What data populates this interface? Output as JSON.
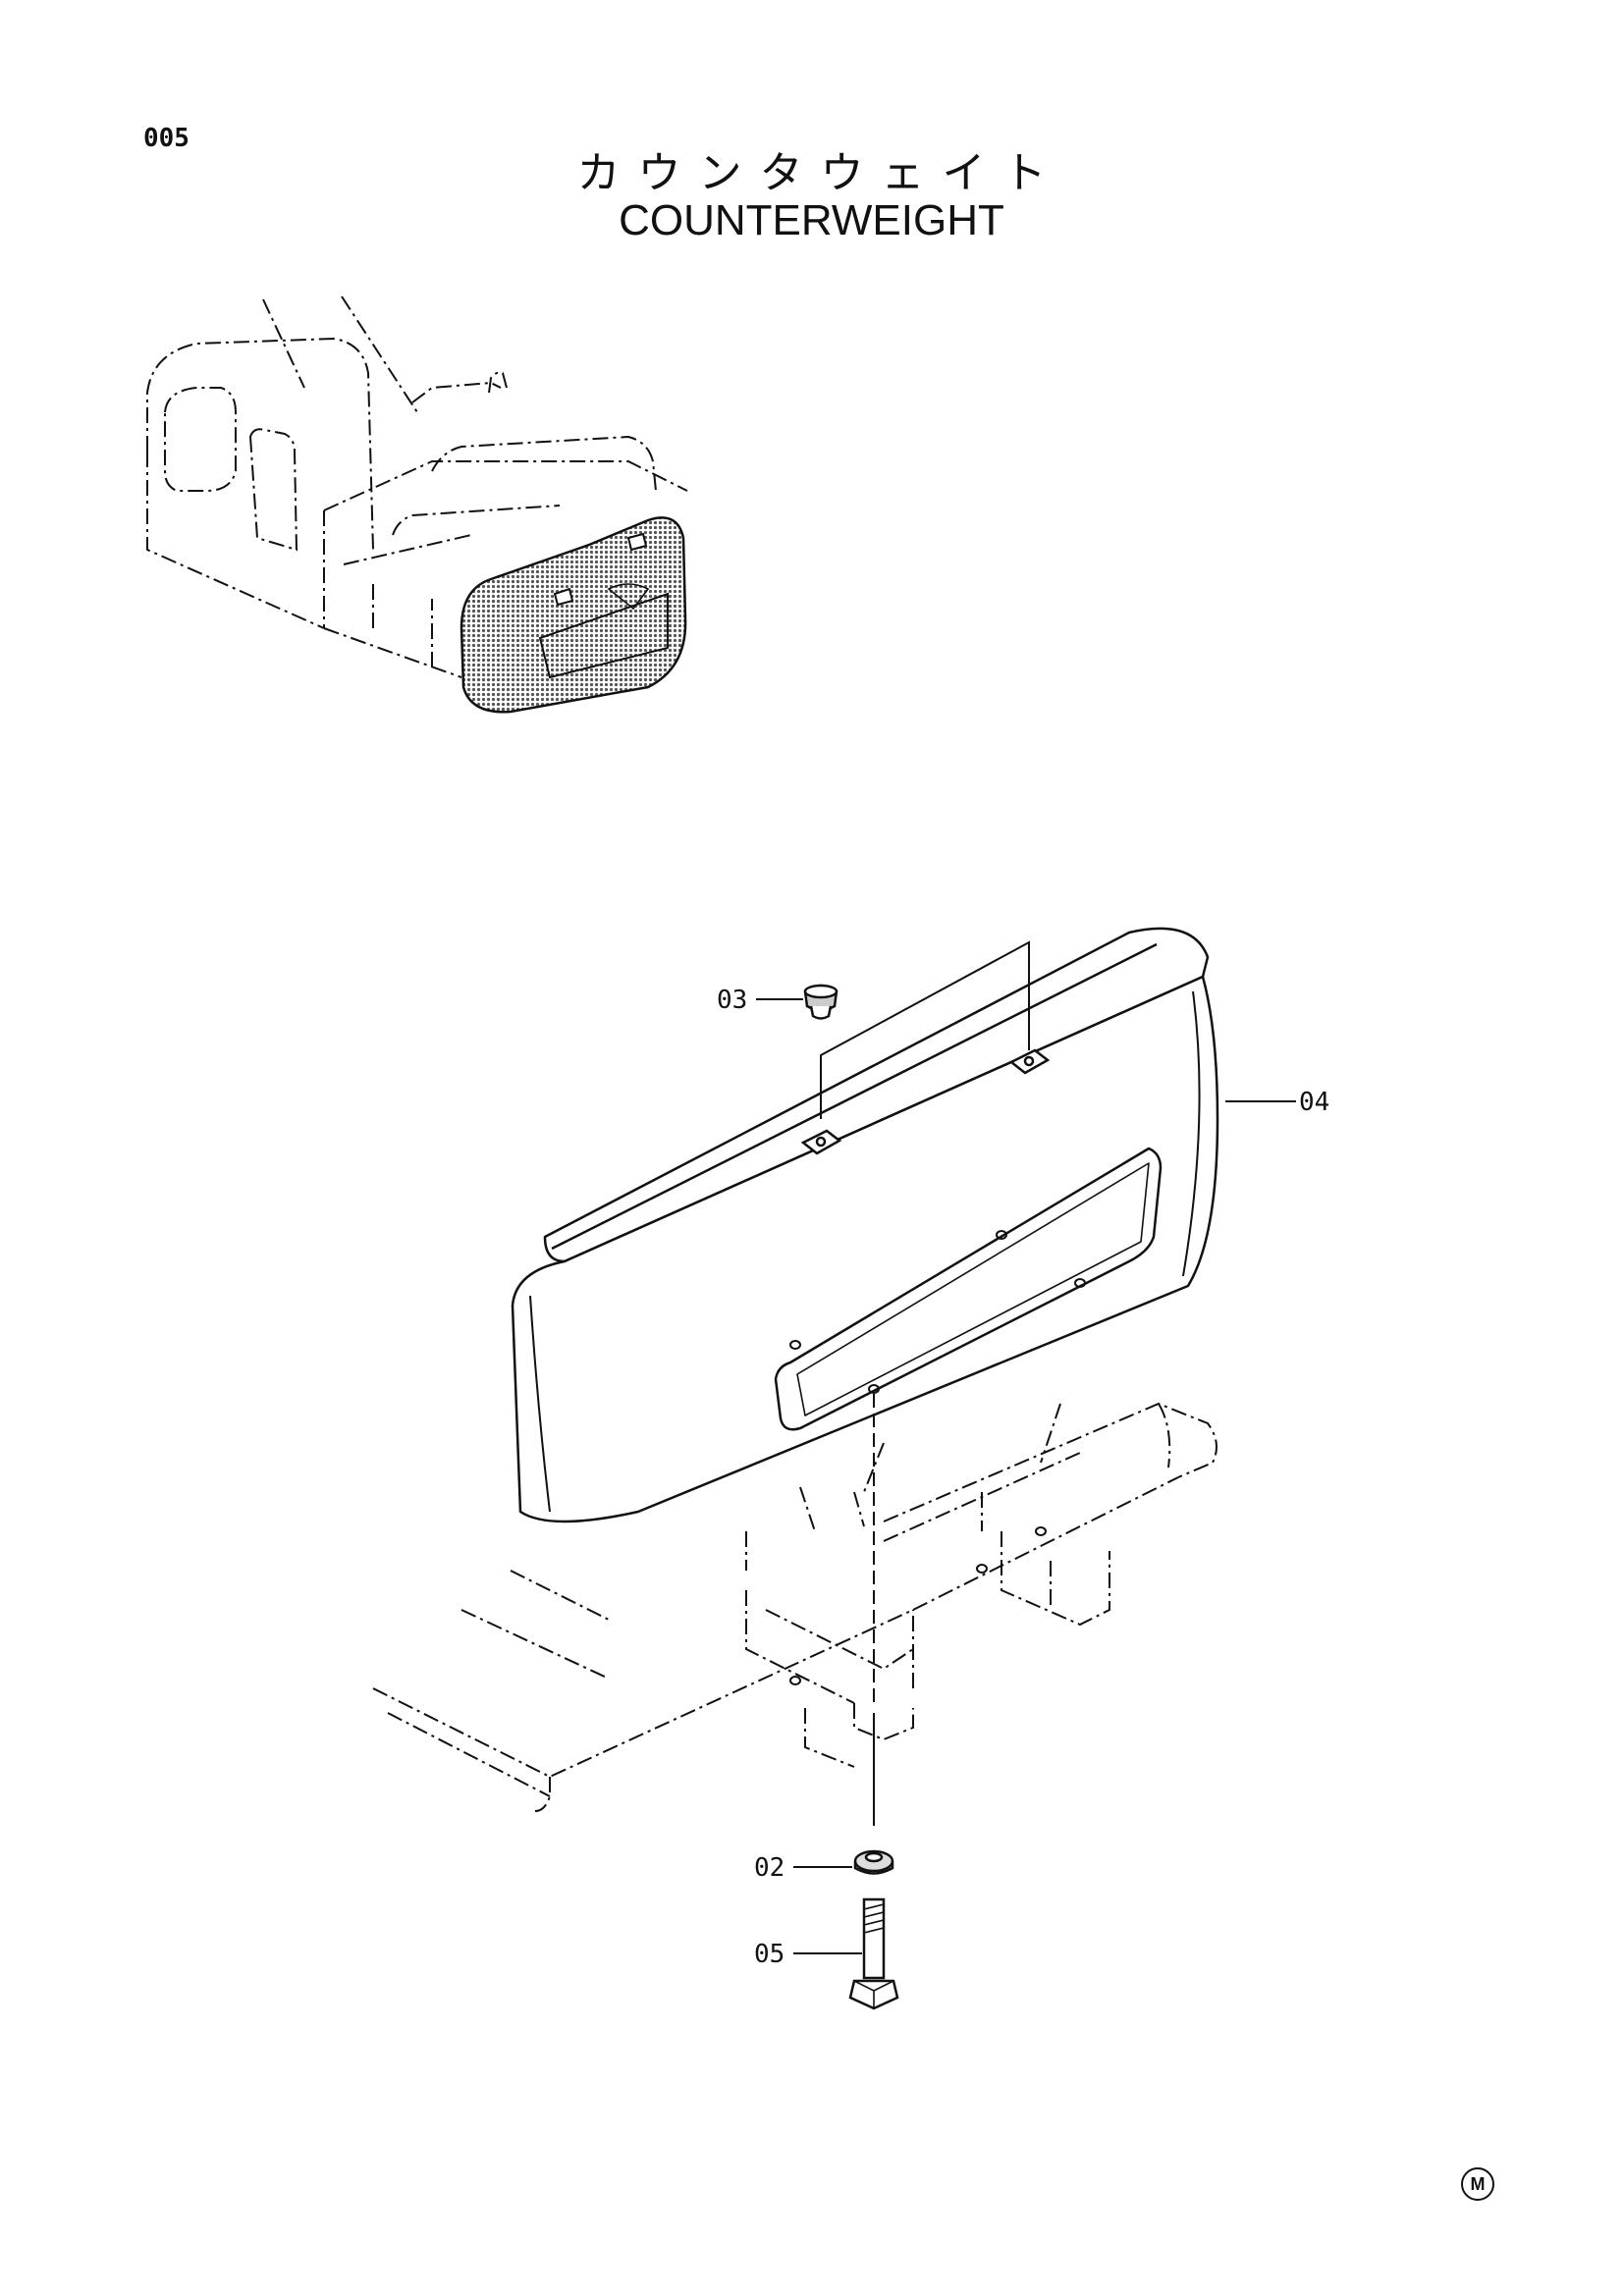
{
  "page": {
    "number": "005"
  },
  "title": {
    "japanese": "カウンタウェイト",
    "english": "COUNTERWEIGHT"
  },
  "callouts": [
    {
      "id": "03",
      "label": "03",
      "part": "cap"
    },
    {
      "id": "04",
      "label": "04",
      "part": "counterweight"
    },
    {
      "id": "02",
      "label": "02",
      "part": "washer"
    },
    {
      "id": "05",
      "label": "05",
      "part": "bolt"
    }
  ],
  "footer": {
    "mark": "M"
  },
  "colors": {
    "ink": "#111111",
    "shade": "#8a8a8a"
  }
}
